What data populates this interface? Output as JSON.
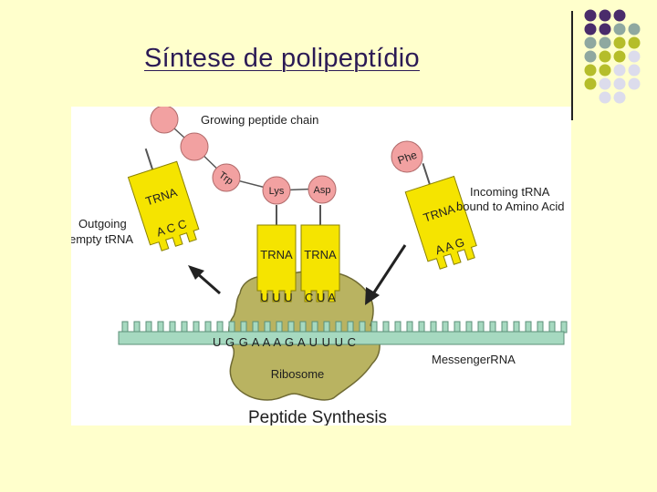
{
  "slide": {
    "title": "Síntese de polipeptídio"
  },
  "decoration": {
    "dot_colors": [
      "#4a2c6b",
      "#8fa8a0",
      "#b5bd2a",
      "#dcdcec"
    ]
  },
  "diagram": {
    "title": "Peptide Synthesis",
    "growing_chain_label": "Growing peptide chain",
    "outgoing_label_line1": "Outgoing",
    "outgoing_label_line2": "empty tRNA",
    "incoming_label_line1": "Incoming  tRNA",
    "incoming_label_line2": "bound to Amino Acid",
    "mrna_label": "MessengerRNA",
    "ribosome_label": "Ribosome",
    "mrna_sequence": "U G G A A A G A U U U C",
    "trna_label": "TRNA",
    "amino_acids": {
      "trp": "Trp",
      "lys": "Lys",
      "asp": "Asp",
      "phe": "Phe"
    },
    "anticodons": {
      "outgoing": "A C C",
      "middle_left": "U U U",
      "middle_right": "C U A",
      "incoming": "A A G"
    },
    "colors": {
      "trna_yellow": "#f5e400",
      "amino_pink": "#f2a1a1",
      "ribosome": "#b9b361",
      "mrna": "#a6d9c0"
    }
  }
}
